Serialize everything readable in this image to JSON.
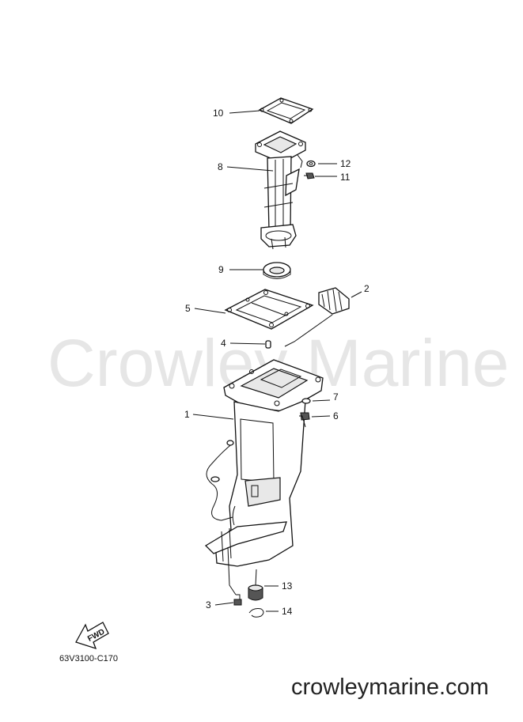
{
  "watermark": "Crowley Marine",
  "diagram_code": "63V3100-C170",
  "fwd_label": "FWD",
  "site_footer": "crowleymarine.com",
  "callouts": {
    "p1": "1",
    "p2": "2",
    "p3": "3",
    "p4": "4",
    "p5": "5",
    "p6": "6",
    "p7": "7",
    "p8": "8",
    "p9": "9",
    "p10": "10",
    "p11": "11",
    "p12": "12",
    "p13": "13",
    "p14": "14"
  }
}
